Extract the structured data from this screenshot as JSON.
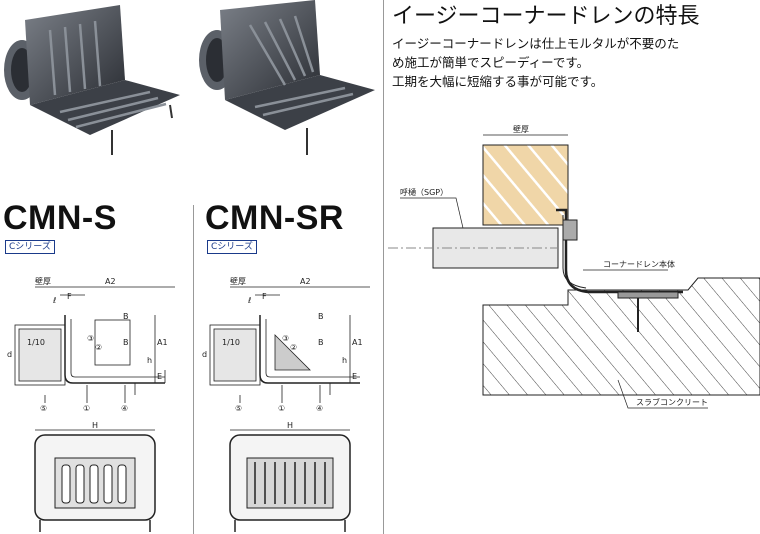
{
  "products": [
    {
      "name": "CMN-S",
      "series": "Cシリーズ"
    },
    {
      "name": "CMN-SR",
      "series": "Cシリーズ"
    }
  ],
  "feature": {
    "title": "イージーコーナードレンの特長",
    "lines": [
      "イージーコーナードレンは仕上モルタルが不要のた",
      "め施工が簡単でスピーディーです。",
      "工期を大幅に短縮する事が可能です。"
    ]
  },
  "dimension_labels": {
    "wall": "壁厚",
    "l": "ℓ",
    "F": "F",
    "A2": "A2",
    "A1": "A1",
    "B": "B",
    "h": "h",
    "E": "E",
    "d": "d",
    "slope": "1/10",
    "H": "H",
    "n1": "①",
    "n2": "②",
    "n3": "③",
    "n4": "④",
    "n5": "⑤"
  },
  "install_labels": {
    "wall": "壁厚",
    "pipe": "呼樋（SGP）",
    "body": "コーナードレン本体",
    "slab": "スラブコンクリート"
  }
}
